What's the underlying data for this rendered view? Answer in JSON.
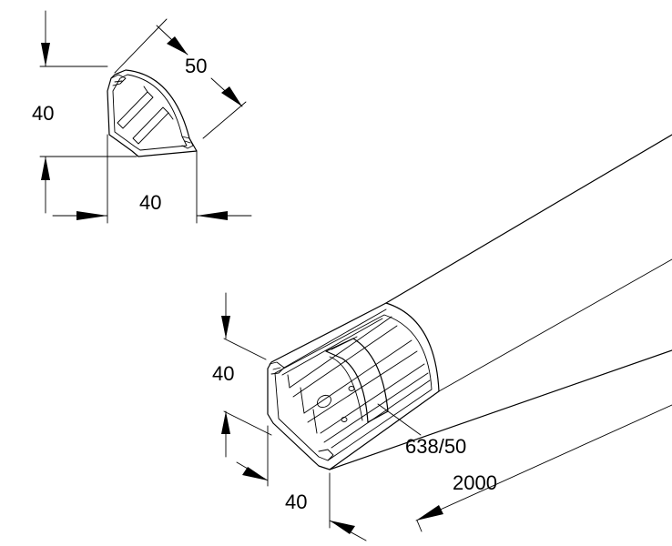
{
  "profile": {
    "height": "40",
    "width": "40",
    "diagonal": "50"
  },
  "duct": {
    "height": "40",
    "width": "40",
    "length": "2000",
    "part_reference": "638/50"
  }
}
